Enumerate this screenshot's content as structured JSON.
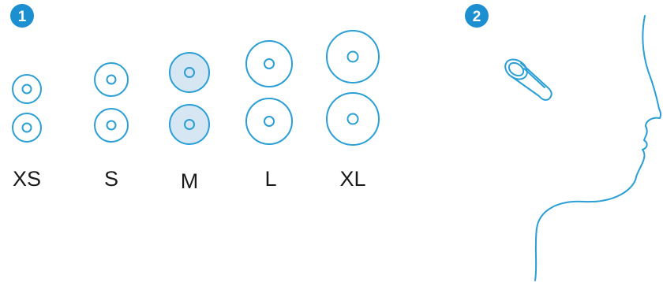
{
  "steps": [
    {
      "number": "1"
    },
    {
      "number": "2"
    }
  ],
  "ear_tips": {
    "sizes": [
      {
        "label": "XS",
        "highlighted": false
      },
      {
        "label": "S",
        "highlighted": false
      },
      {
        "label": "M",
        "highlighted": true
      },
      {
        "label": "L",
        "highlighted": false
      },
      {
        "label": "XL",
        "highlighted": false
      }
    ]
  },
  "colors": {
    "accent": "#1c8fd0",
    "outline": "#2a9fd6",
    "highlight_fill": "#d6e6f3",
    "label": "#1a1a1a",
    "background": "#ffffff"
  },
  "icons": [
    "step-badge",
    "ear-tip",
    "earbud",
    "face-profile"
  ]
}
